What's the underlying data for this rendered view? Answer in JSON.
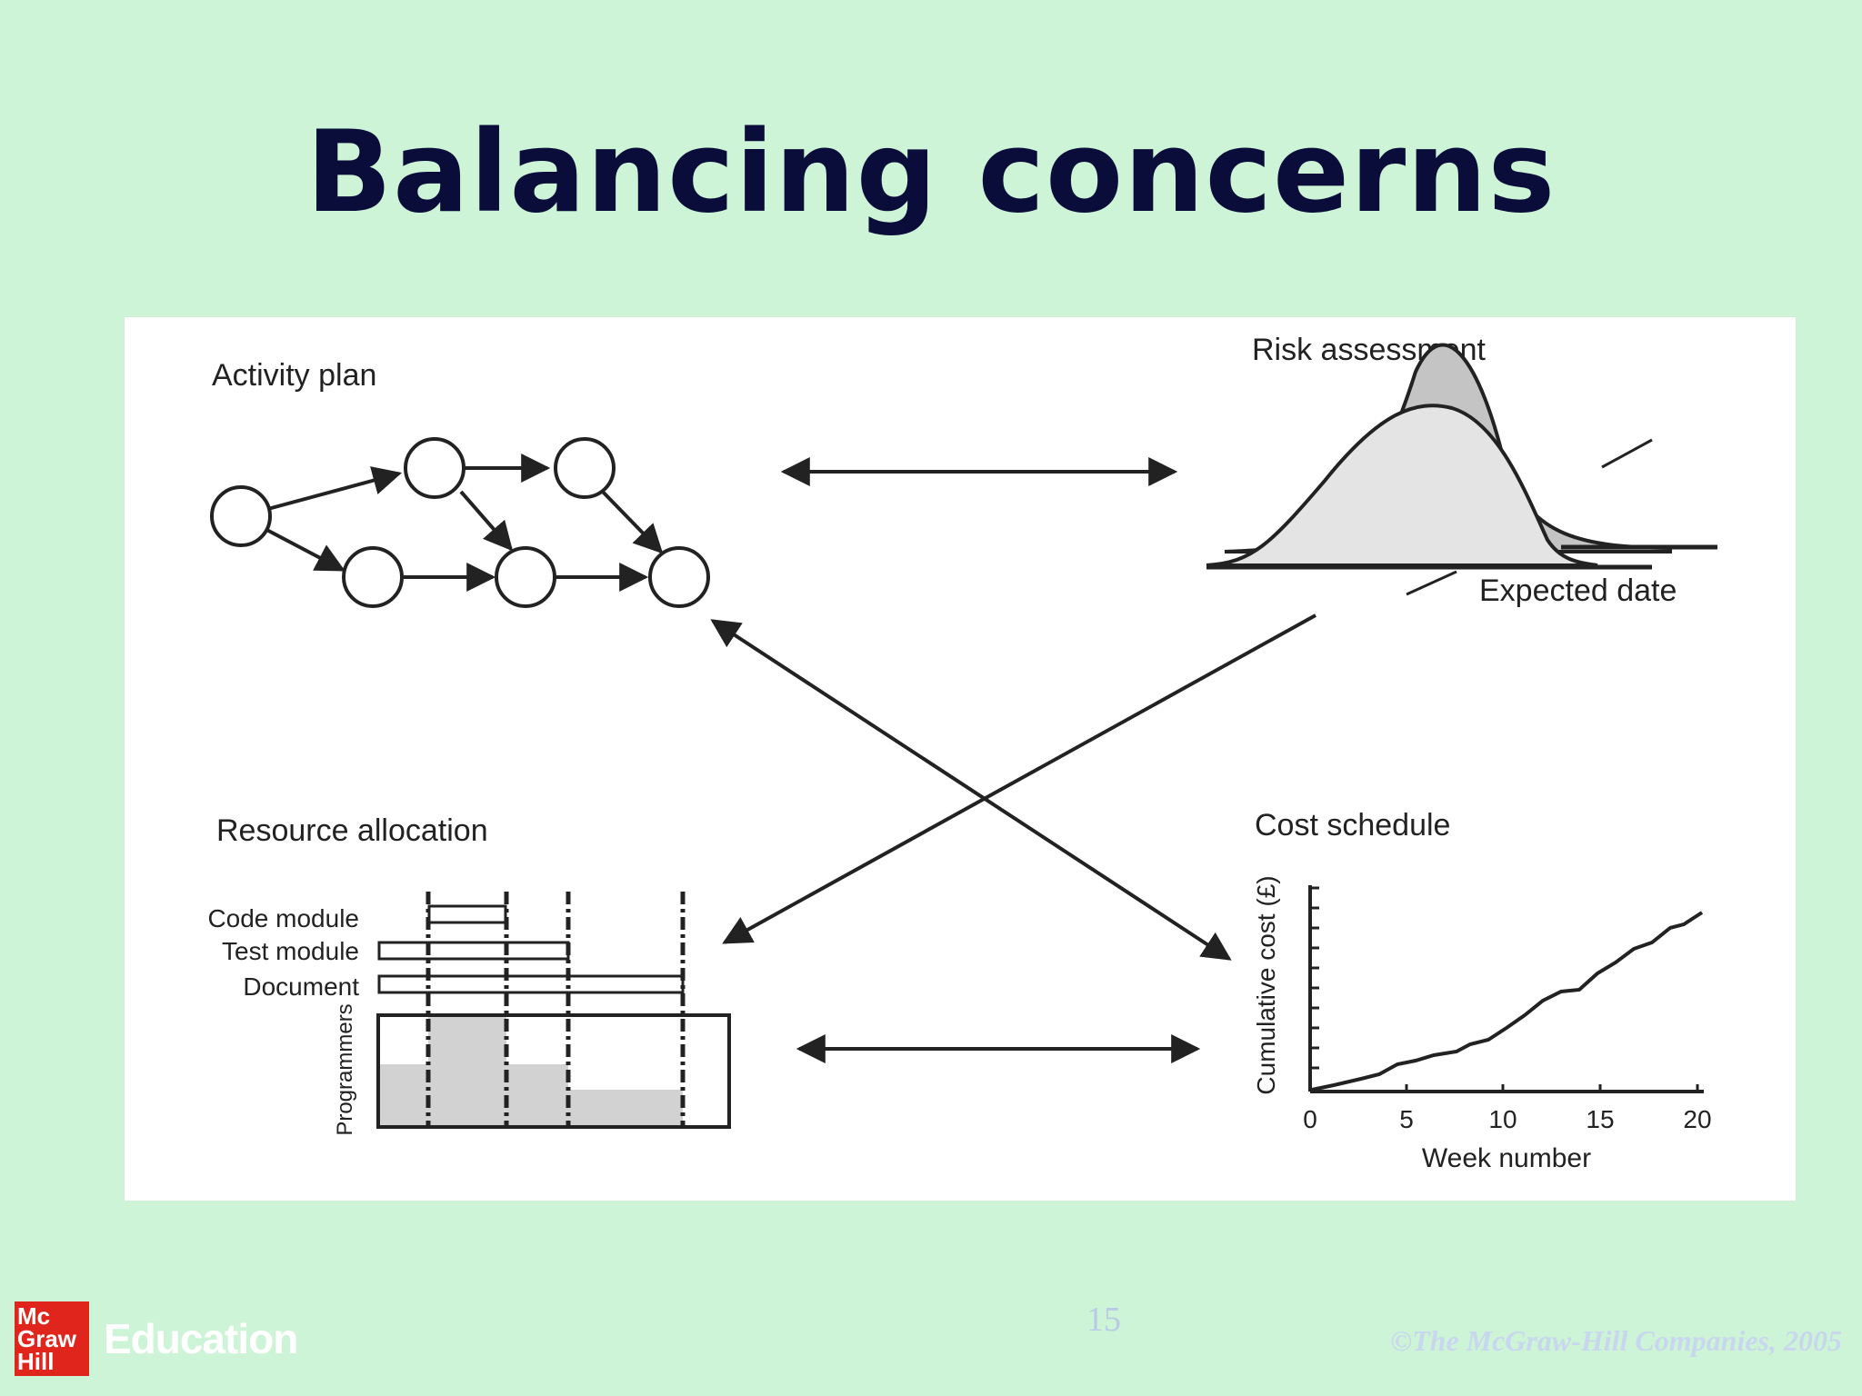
{
  "slide": {
    "title": "Balancing concerns",
    "page_number": "15",
    "copyright": "©The McGraw-Hill Companies, 2005"
  },
  "logo": {
    "line1": "Mc",
    "line2": "Graw",
    "line3": "Hill",
    "brand": "Education"
  },
  "diagram": {
    "activity_plan": {
      "label": "Activity plan"
    },
    "risk_assessment": {
      "label": "Risk assessment",
      "expected_date_label": "Expected date"
    },
    "resource_allocation": {
      "label": "Resource allocation",
      "rows": [
        "Code module",
        "Test module",
        "Document"
      ],
      "axis_label": "Programmers"
    },
    "cost_schedule": {
      "label": "Cost schedule",
      "ylabel": "Cumulative cost (£)",
      "xlabel": "Week number",
      "ticks": [
        "0",
        "5",
        "10",
        "15",
        "20"
      ]
    }
  },
  "colors": {
    "background": "#cdf4d6",
    "title": "#0a0d3a"
  }
}
